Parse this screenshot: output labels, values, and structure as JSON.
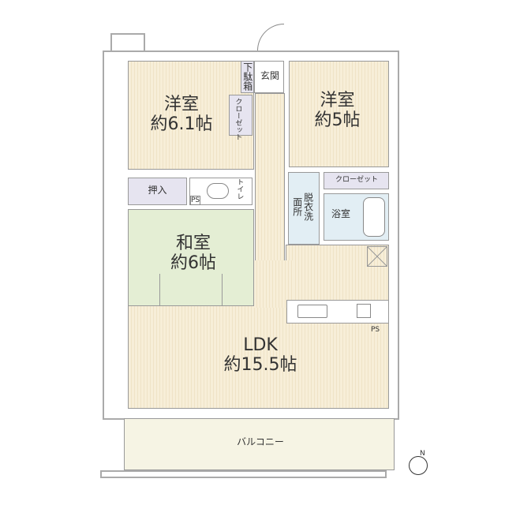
{
  "rooms": {
    "western1": {
      "name": "洋室",
      "size": "約6.1帖"
    },
    "western2": {
      "name": "洋室",
      "size": "約5帖"
    },
    "japanese": {
      "name": "和室",
      "size": "約6帖"
    },
    "ldk": {
      "name": "LDK",
      "size": "約15.5帖"
    },
    "entrance": "玄関",
    "shoe_box": "下駄箱",
    "closet_vertical": "クローゼット",
    "closet_horizontal": "クローゼット",
    "oshiire": "押入",
    "toilet": "トイレ",
    "washroom": "脱衣洗面所",
    "bathroom": "浴室",
    "balcony": "バルコニー",
    "ps": "PS"
  },
  "compass": "N",
  "colors": {
    "wood": "#f7eed8",
    "tatami": "#e4eed4",
    "closet": "#e6e4f0",
    "bath": "#e2eef4",
    "balcony": "#f6f4e4"
  }
}
